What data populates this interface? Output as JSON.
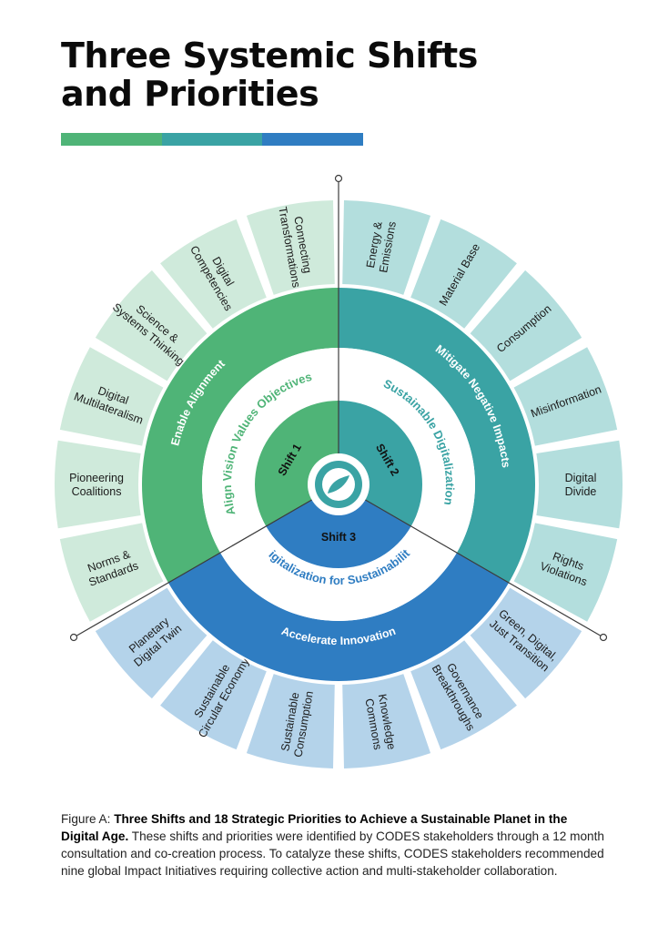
{
  "title": {
    "line1": "Three Systemic Shifts",
    "line2": "and Priorities"
  },
  "colors": {
    "green_light": "#cfeadb",
    "teal_light": "#b3dedd",
    "blue_light": "#b4d3ea",
    "green": "#4fb477",
    "teal": "#3aa3a4",
    "blue": "#2f7dc2",
    "bar": [
      "#4fb477",
      "#3aa3a4",
      "#2f7dc2"
    ]
  },
  "shifts": [
    {
      "id": "shift-1",
      "label": "Shift 1",
      "objective": "Align Vision Values Objectives",
      "ring_label": "Enable Alignment",
      "priorities": [
        "Norms & Standards",
        "Pioneering Coalitions",
        "Digital Multilateralism",
        "Science & Systems Thinking",
        "Digital Competencies",
        "Connecting Transformations"
      ]
    },
    {
      "id": "shift-2",
      "label": "Shift 2",
      "objective": "Sustainable Digitalization",
      "ring_label": "Mitigate Negative Impacts",
      "priorities": [
        "Energy & Emissions",
        "Material Base",
        "Consumption",
        "Misinformation",
        "Digital Divide",
        "Rights Violations"
      ]
    },
    {
      "id": "shift-3",
      "label": "Shift 3",
      "objective": "Digitalization for Sustainability",
      "ring_label": "Accelerate Innovation",
      "priorities": [
        "Green, Digital, Just Transition",
        "Governance Breakthroughs",
        "Knowledge Commons",
        "Sustainable Consumption",
        "Sustainable Circular Economy",
        "Planetary Digital Twin"
      ]
    }
  ],
  "caption": {
    "prefix": "Figure A: ",
    "bold": "Three Shifts and 18 Strategic Priorities to Achieve a Sustainable Planet in the Digital Age.",
    "body": " These shifts and priorities were identified by CODES stakeholders through a 12 month consultation and co-creation process. To catalyze these shifts, CODES stakeholders recommended nine global Impact Initiatives requiring collective action and multi-stakeholder collaboration."
  }
}
